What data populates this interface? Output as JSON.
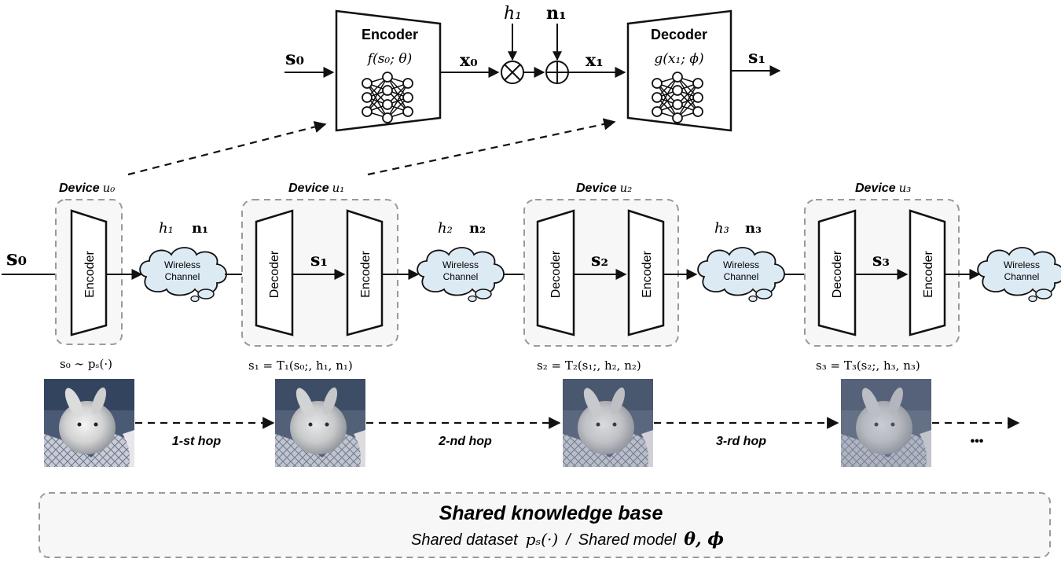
{
  "top_system": {
    "input": "s₀",
    "encoder": {
      "title": "Encoder",
      "func": "f(s₀; θ)"
    },
    "x0": "x₀",
    "fading": "h₁",
    "noise": "n₁",
    "x1": "x₁",
    "decoder": {
      "title": "Decoder",
      "func": "g(x₁; ϕ)"
    },
    "output": "s₁"
  },
  "chain": {
    "input": "s₀",
    "devices": [
      {
        "label": "Device",
        "sub": "u₀",
        "formula": "s₀ ∼ pₛ(·)"
      },
      {
        "label": "Device",
        "sub": "u₁",
        "inner": "s₁",
        "formula": "s₁ = T₁(s₀;, h₁, n₁)"
      },
      {
        "label": "Device",
        "sub": "u₂",
        "inner": "s₂",
        "formula": "s₂ = T₂(s₁;, h₂, n₂)"
      },
      {
        "label": "Device",
        "sub": "u₃",
        "inner": "s₃",
        "formula": "s₃ = T₃(s₂;, h₃, n₃)"
      }
    ],
    "channels": [
      {
        "h": "h₁",
        "n": "n₁",
        "line1": "Wireless",
        "line2": "Channel"
      },
      {
        "h": "h₂",
        "n": "n₂",
        "line1": "Wireless",
        "line2": "Channel"
      },
      {
        "h": "h₃",
        "n": "n₃",
        "line1": "Wireless",
        "line2": "Channel"
      },
      {
        "line1": "Wireless",
        "line2": "Channel"
      }
    ],
    "encoder_label": "Encoder",
    "decoder_label": "Decoder"
  },
  "hops": [
    "1-st hop",
    "2-nd hop",
    "3-rd hop"
  ],
  "ellipsis": "•••",
  "knowledge_base": {
    "title": "Shared knowledge base",
    "dataset_label": "Shared dataset",
    "dataset_symbol": "pₛ(·)",
    "separator": "/",
    "model_label": "Shared model",
    "model_symbol": "θ, ϕ"
  },
  "colors": {
    "stroke": "#111111",
    "device_fill": "#f7f7f7",
    "device_border": "#9a9a9a",
    "cloud_fill": "#dceaf4"
  }
}
